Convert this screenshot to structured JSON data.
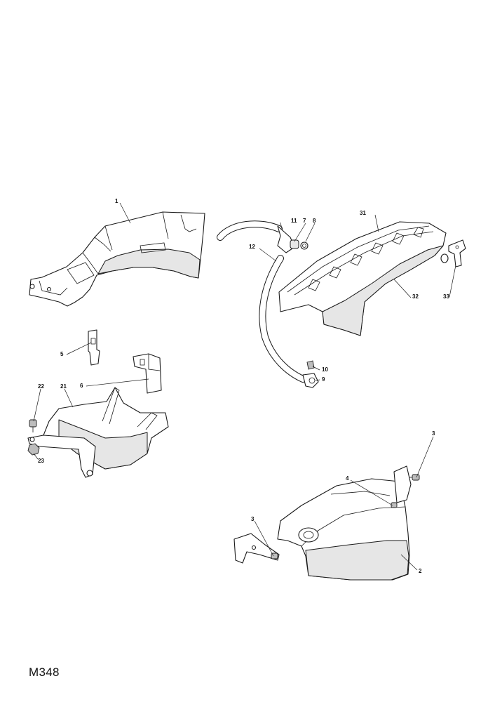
{
  "drawing_code": "M348",
  "callouts": {
    "c1": "1",
    "c2": "2",
    "c3a": "3",
    "c3b": "3",
    "c4": "4",
    "c5": "5",
    "c6": "6",
    "c7": "7",
    "c8": "8",
    "c9": "9",
    "c10": "10",
    "c11": "11",
    "c12": "12",
    "c21": "21",
    "c22": "22",
    "c23": "23",
    "c31": "31",
    "c32": "32",
    "c33": "33"
  }
}
